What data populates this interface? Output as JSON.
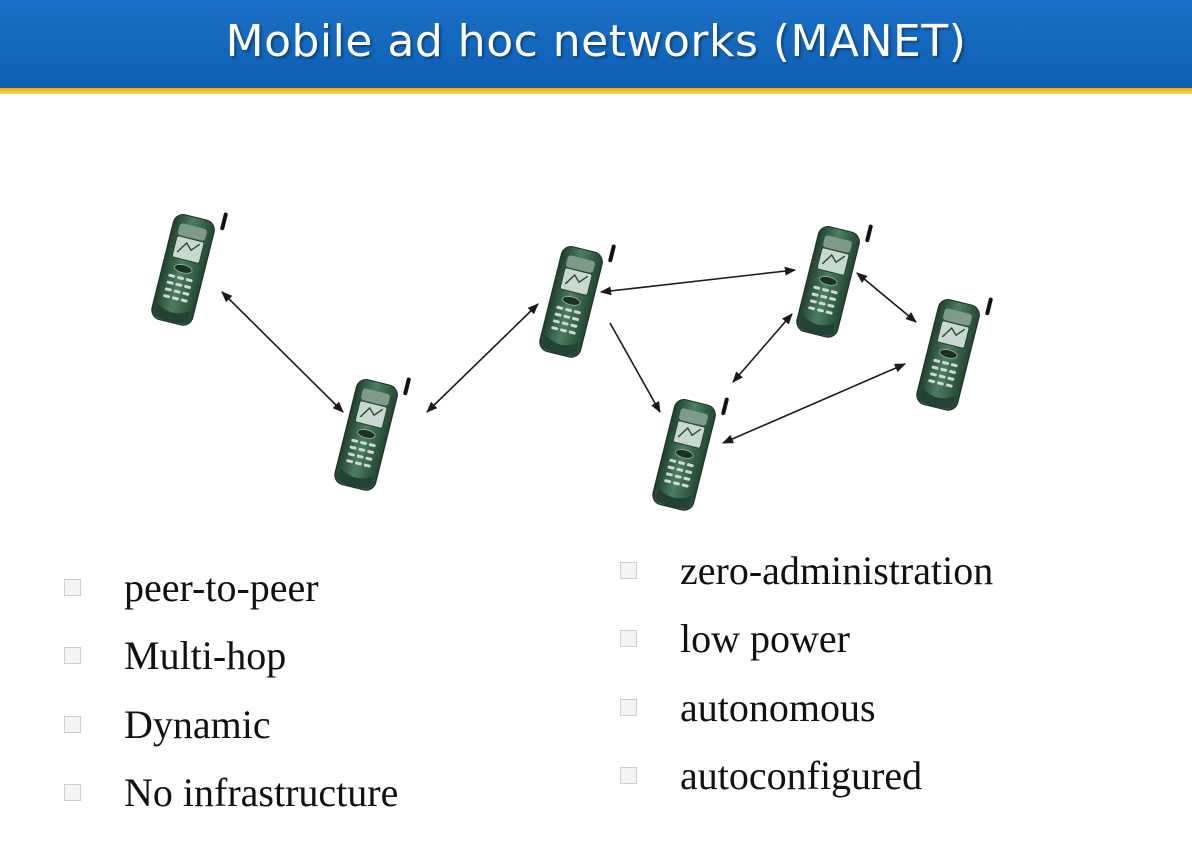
{
  "slide": {
    "title": "Mobile ad hoc networks (MANET)"
  },
  "colors": {
    "title_bar": "#1266bb",
    "title_accent": "#e7b01a",
    "phone_body": "#2f5b42",
    "arrow": "#1a1a1a"
  },
  "phone_icon": "mobile-phone-icon",
  "bullets_left": [
    "peer-to-peer",
    "Multi-hop",
    "Dynamic",
    "No infrastructure"
  ],
  "bullets_right": [
    "zero-administration",
    "low power",
    "autonomous",
    "autoconfigured"
  ]
}
